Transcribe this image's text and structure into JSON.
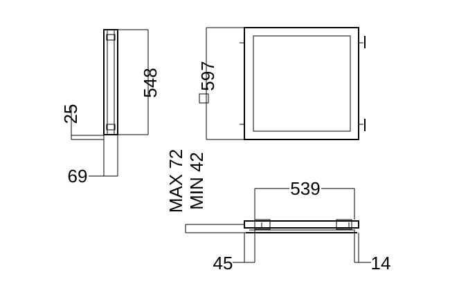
{
  "dimensions": {
    "side_height": "548",
    "side_depth": "25",
    "side_width": "69",
    "front_size": "597",
    "top_width": "539",
    "max_label": "MAX 72",
    "min_label": "MIN 42",
    "left_offset": "45",
    "right_offset": "14"
  }
}
